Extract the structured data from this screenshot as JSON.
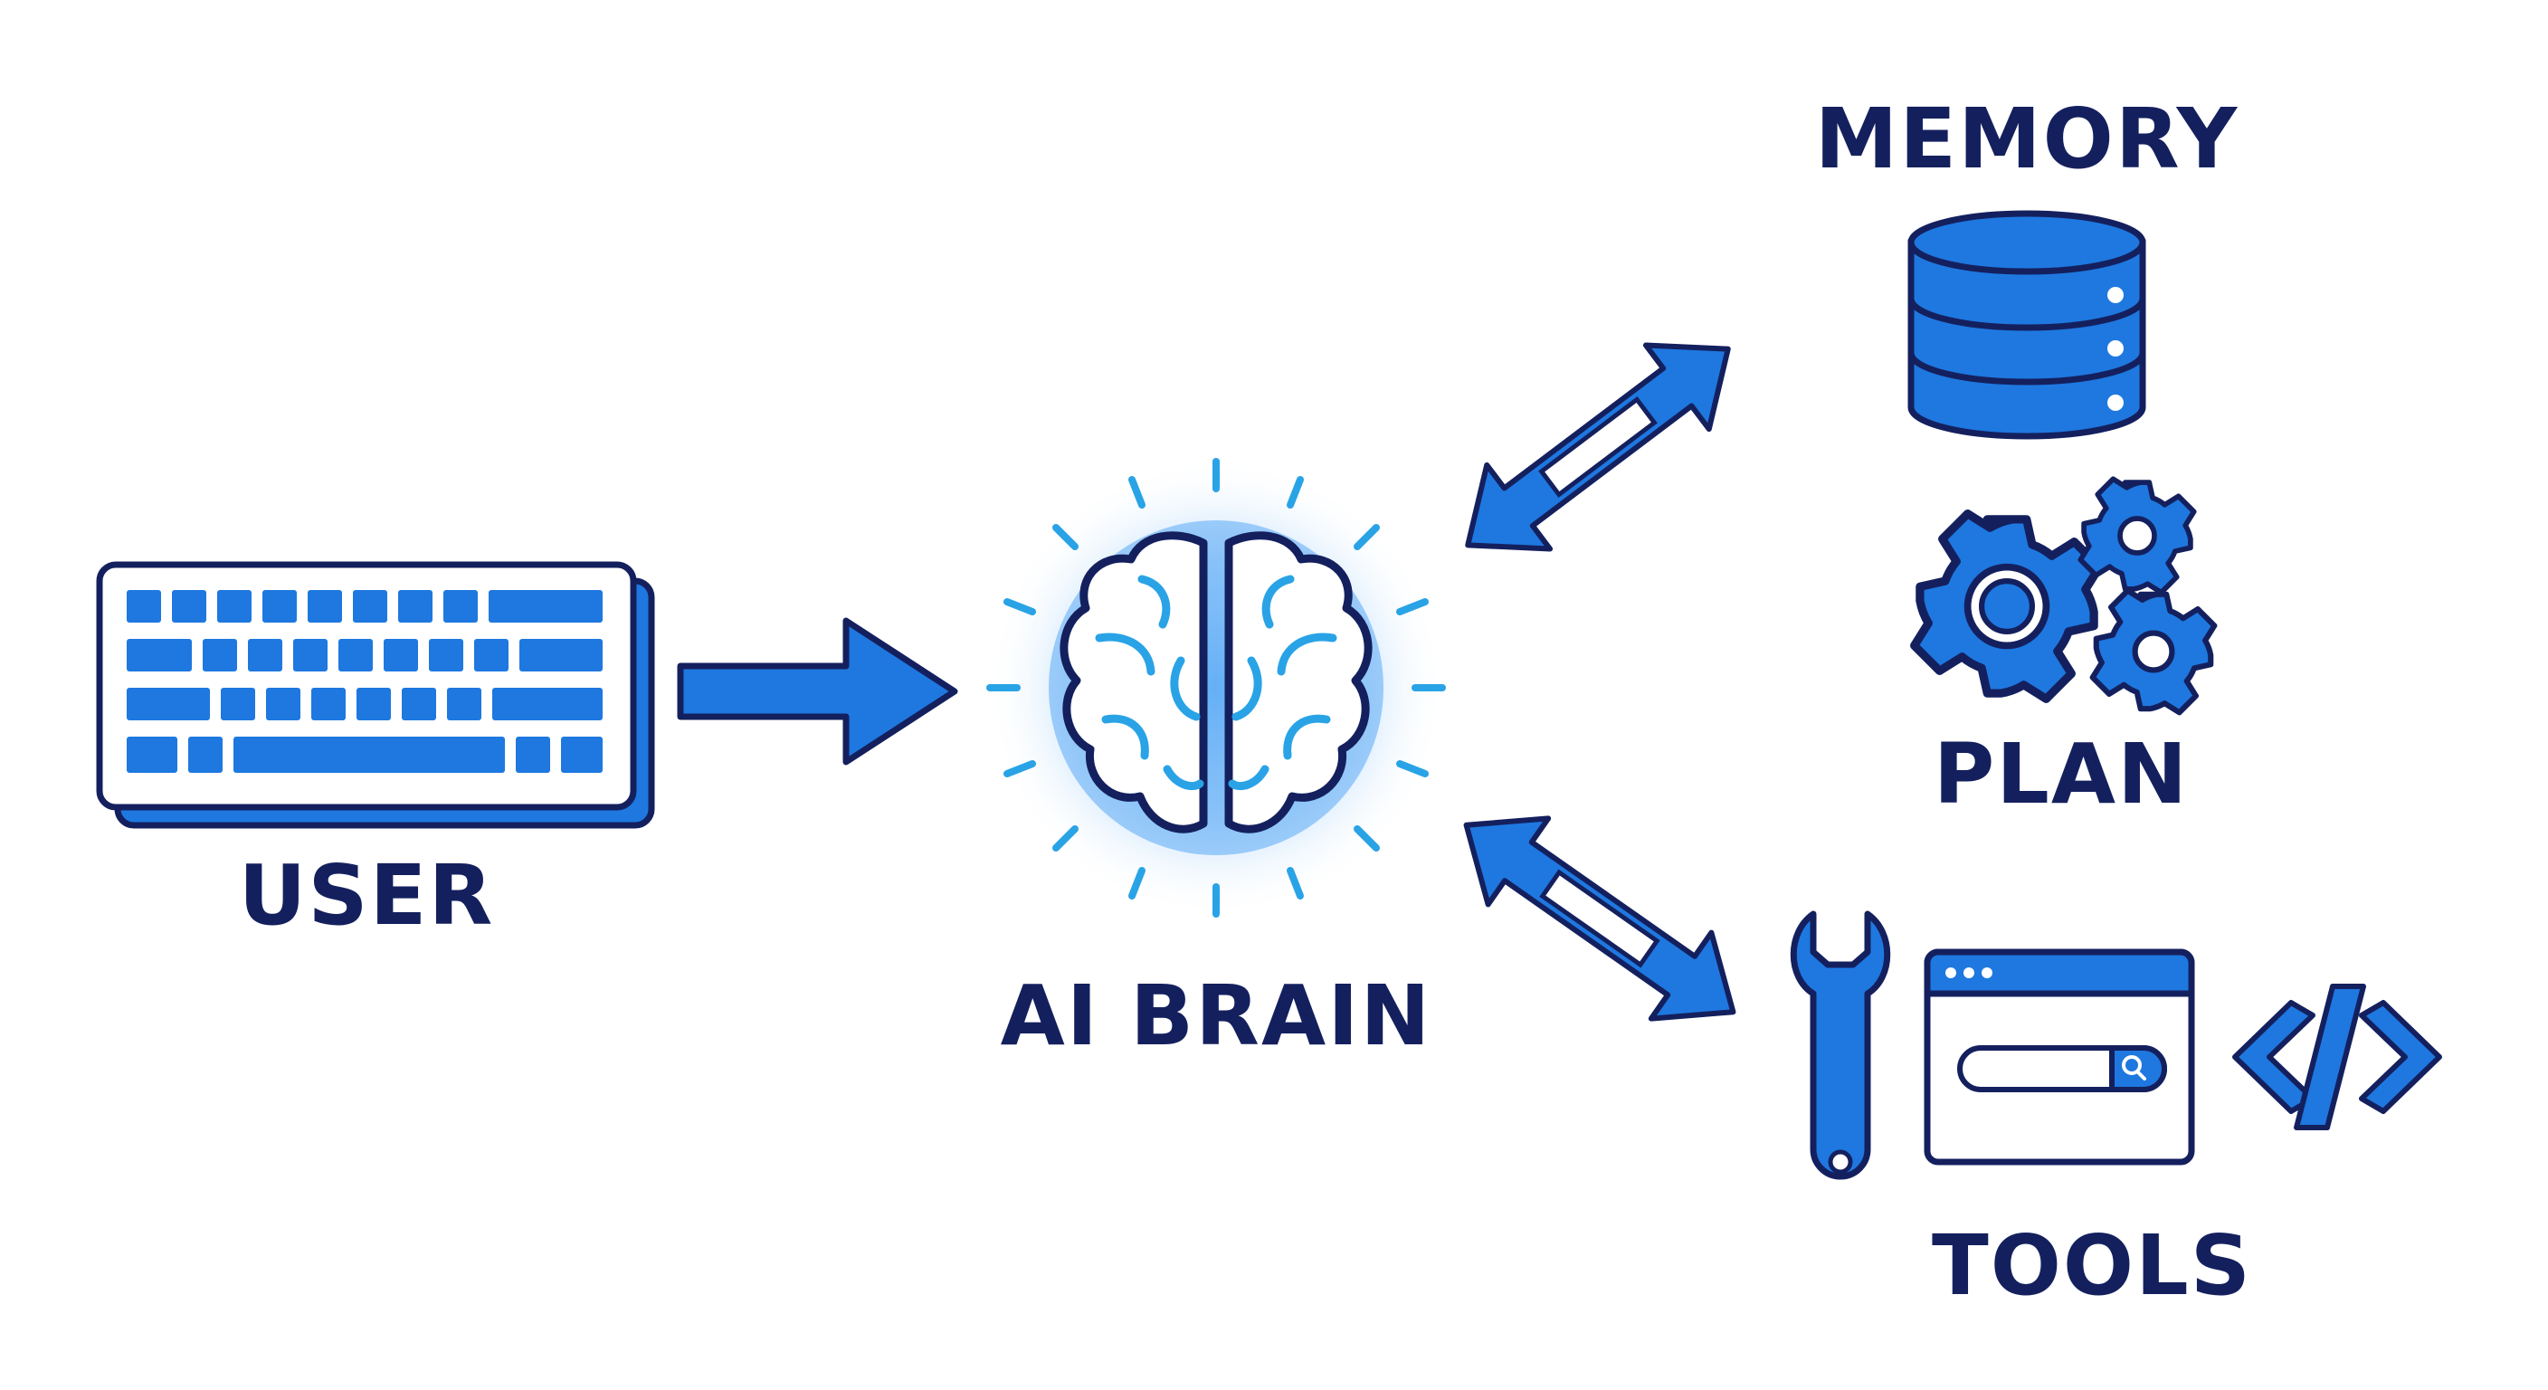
{
  "labels": {
    "user": "USER",
    "brain": "AI BRAIN",
    "memory": "MEMORY",
    "plan": "PLAN",
    "tools": "TOOLS"
  },
  "colors": {
    "primary_blue": "#1e78e0",
    "navy": "#14205e",
    "light_blue": "#29a3e6",
    "glow": "#5aaaf5",
    "white": "#ffffff"
  },
  "icons": {
    "user": "keyboard-icon",
    "brain": "brain-icon",
    "memory": "database-icon",
    "plan": "gears-icon",
    "tools": [
      "wrench-icon",
      "browser-search-icon",
      "code-icon"
    ],
    "connectors": [
      "arrow-right-icon",
      "bidirectional-arrow-icon"
    ]
  }
}
